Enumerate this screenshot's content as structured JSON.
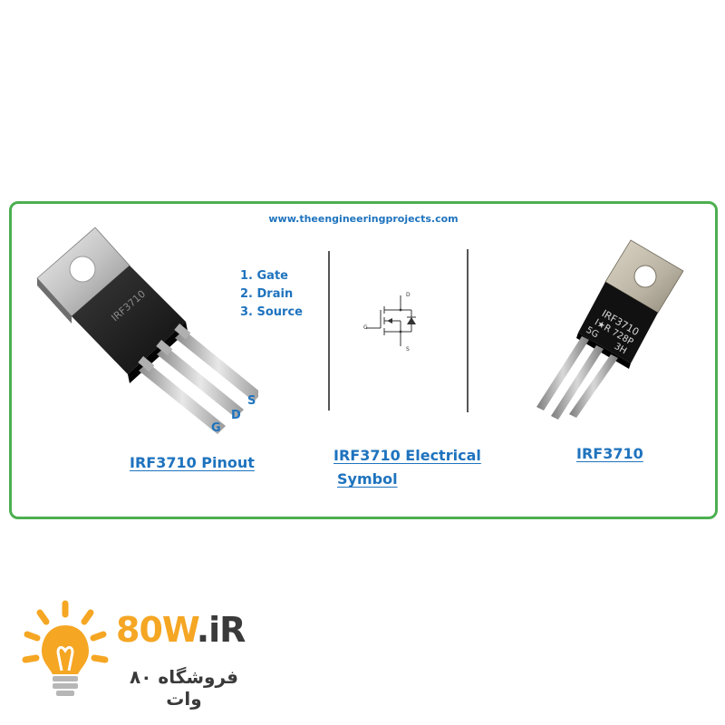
{
  "website": "www.theengineeringprojects.com",
  "pins": [
    "1. Gate",
    "2. Drain",
    "3. Source"
  ],
  "pin_letters": {
    "g": "G",
    "d": "D",
    "s": "S"
  },
  "part_marking": "IRF3710",
  "photo_marking": [
    "IRF3710",
    "I★R 728P",
    "5G",
    "3H"
  ],
  "symbol_letters": {
    "d": "D",
    "g": "G",
    "s": "S"
  },
  "captions": {
    "pinout": "IRF3710 Pinout",
    "symbol_line1": "IRF3710 Electrical",
    "symbol_line2": "Symbol",
    "photo": "IRF3710"
  },
  "logo": {
    "brand_num": "80",
    "brand_w": "W",
    "brand_rest": ".iR",
    "tagline": "فروشگاه ۸۰ وات"
  },
  "colors": {
    "border": "#4caf50",
    "accent_blue": "#1e73be",
    "logo_orange": "#f5a623"
  }
}
